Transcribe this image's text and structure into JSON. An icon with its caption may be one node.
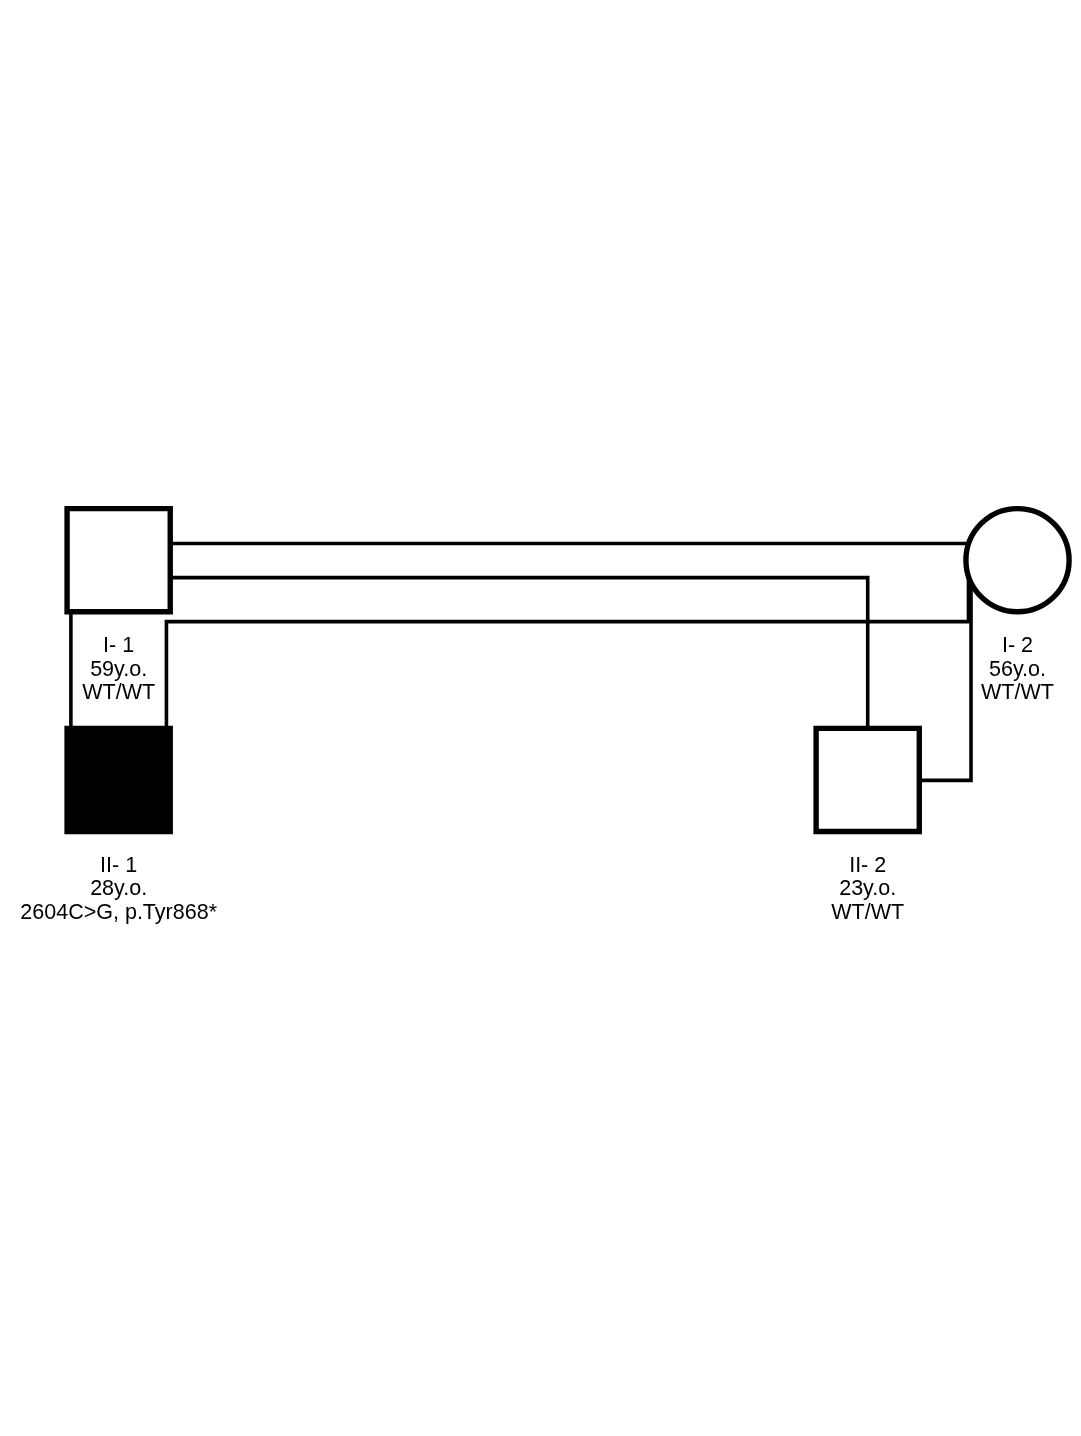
{
  "diagram": {
    "nodes": [
      {
        "text": [],
        "shape": "box",
        "beside": [
          "I- 1",
          "59y.o.",
          "WT/WT"
        ]
      },
      {
        "text": [],
        "shape": "circle",
        "beside": [
          "I- 2",
          "56y.o.",
          "WT/WT"
        ]
      },
      {
        "text": [],
        "shape": "box",
        "beside": [
          "II- 1",
          "28y.o.",
          "2604C>G, p.Tyr868*"
        ]
      },
      {
        "text": [],
        "shape": "box",
        "beside": [
          "II- 2",
          "23y.o.",
          "WT/WT"
        ]
      }
    ],
    "edges": [
      {
        "from": 0,
        "to": 1,
        "arrow": "none"
      },
      {
        "from": 0,
        "to": 2,
        "arrow": "none"
      },
      {
        "from": 1,
        "to": 2,
        "arrow": "none"
      },
      {
        "from": 0,
        "to": 3,
        "arrow": "none"
      },
      {
        "from": 1,
        "to": 3,
        "arrow": "none"
      }
    ]
  }
}
